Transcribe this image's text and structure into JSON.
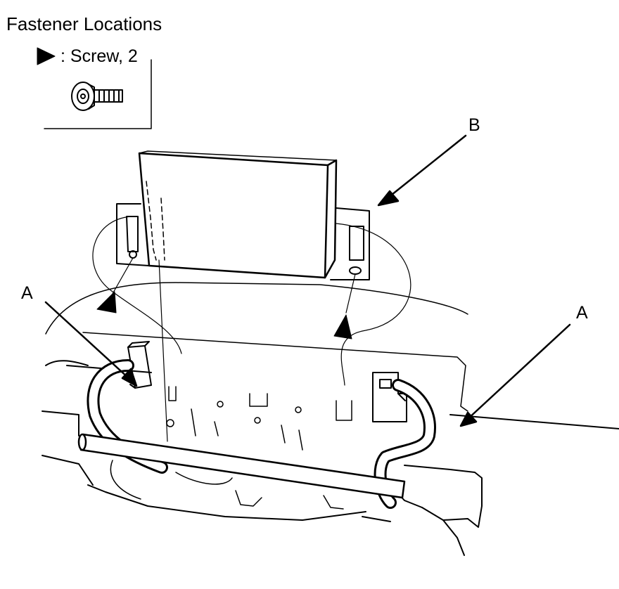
{
  "title": "Fastener Locations",
  "legend": {
    "text": ": Screw, 2",
    "marker_icon": "triangle-marker-icon",
    "item_icon": "screw-icon"
  },
  "callouts": {
    "b": "B",
    "a_left": "A",
    "a_right": "A"
  },
  "colors": {
    "line": "#000000",
    "background": "#ffffff"
  }
}
